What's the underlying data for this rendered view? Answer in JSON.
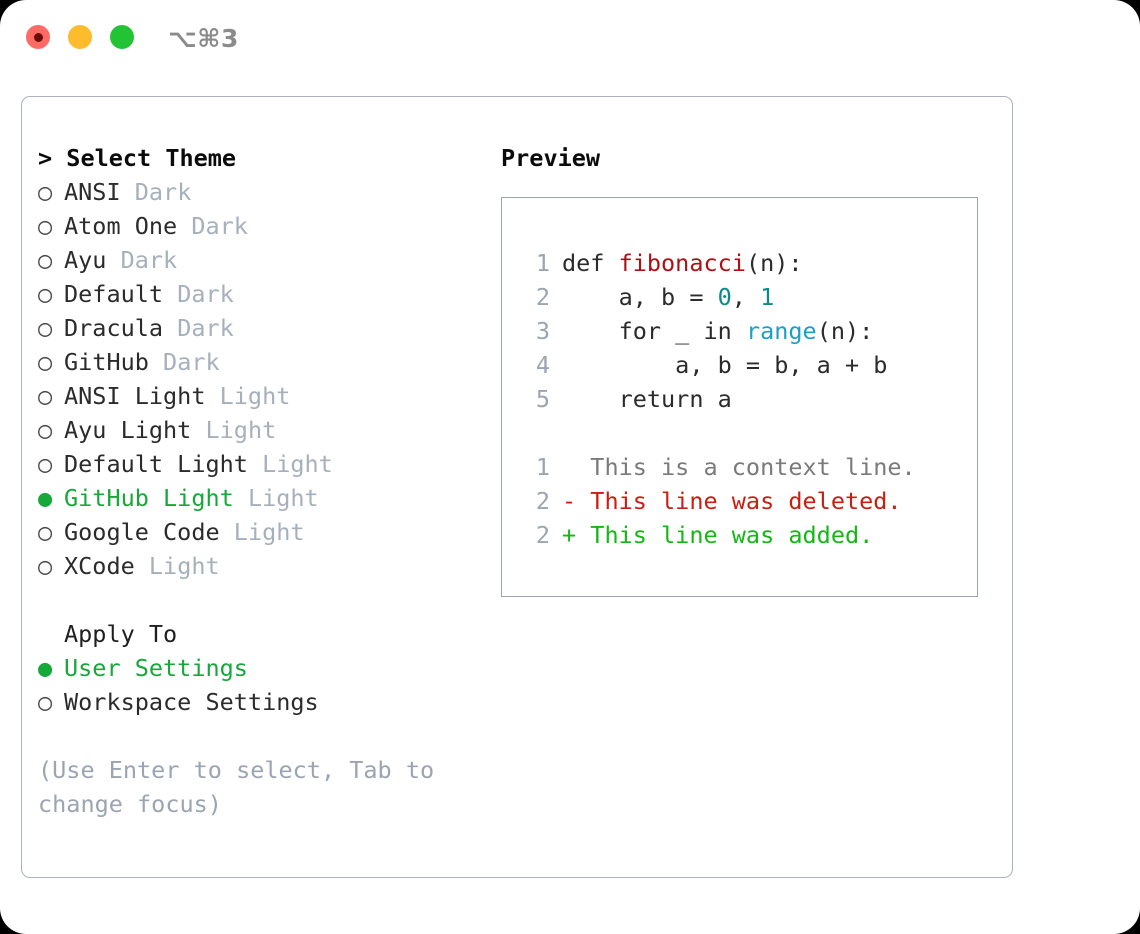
{
  "titlebar": {
    "shortcut": "⌥⌘3",
    "dots": [
      {
        "name": "close-dot",
        "color": "#fd6b64"
      },
      {
        "name": "minimize-dot",
        "color": "#fcbc2e"
      },
      {
        "name": "maximize-dot",
        "color": "#23c434"
      }
    ]
  },
  "left": {
    "header": "> Select Theme",
    "themes": [
      {
        "bullet": "○",
        "name": "ANSI",
        "kind": "Dark",
        "selected": false
      },
      {
        "bullet": "○",
        "name": "Atom One",
        "kind": "Dark",
        "selected": false
      },
      {
        "bullet": "○",
        "name": "Ayu",
        "kind": "Dark",
        "selected": false
      },
      {
        "bullet": "○",
        "name": "Default",
        "kind": "Dark",
        "selected": false
      },
      {
        "bullet": "○",
        "name": "Dracula",
        "kind": "Dark",
        "selected": false
      },
      {
        "bullet": "○",
        "name": "GitHub",
        "kind": "Dark",
        "selected": false
      },
      {
        "bullet": "○",
        "name": "ANSI Light",
        "kind": "Light",
        "selected": false
      },
      {
        "bullet": "○",
        "name": "Ayu Light",
        "kind": "Light",
        "selected": false
      },
      {
        "bullet": "○",
        "name": "Default Light",
        "kind": "Light",
        "selected": false
      },
      {
        "bullet": "●",
        "name": "GitHub Light",
        "kind": "Light",
        "selected": true
      },
      {
        "bullet": "○",
        "name": "Google Code",
        "kind": "Light",
        "selected": false
      },
      {
        "bullet": "○",
        "name": "XCode",
        "kind": "Light",
        "selected": false
      }
    ],
    "apply_to_label": "Apply To",
    "apply_to": [
      {
        "bullet": "●",
        "name": "User Settings",
        "selected": true
      },
      {
        "bullet": "○",
        "name": "Workspace Settings",
        "selected": false
      }
    ],
    "hint": "(Use Enter to select, Tab to change focus)"
  },
  "preview": {
    "title": "Preview",
    "code_lines": [
      {
        "no": "1",
        "parts": [
          {
            "t": "def ",
            "c": "plain"
          },
          {
            "t": "fibonacci",
            "c": "fn"
          },
          {
            "t": "(n):",
            "c": "plain"
          }
        ]
      },
      {
        "no": "2",
        "parts": [
          {
            "t": "    a, b = ",
            "c": "plain"
          },
          {
            "t": "0",
            "c": "num"
          },
          {
            "t": ", ",
            "c": "plain"
          },
          {
            "t": "1",
            "c": "num"
          }
        ]
      },
      {
        "no": "3",
        "parts": [
          {
            "t": "    for _ in ",
            "c": "plain"
          },
          {
            "t": "range",
            "c": "bi"
          },
          {
            "t": "(n):",
            "c": "plain"
          }
        ]
      },
      {
        "no": "4",
        "parts": [
          {
            "t": "        a, b = b, a + b",
            "c": "plain"
          }
        ]
      },
      {
        "no": "5",
        "parts": [
          {
            "t": "    return a",
            "c": "plain"
          }
        ]
      }
    ],
    "diff_lines": [
      {
        "no": "1",
        "marker": "  ",
        "text": "This is a context line.",
        "kind": "ctx"
      },
      {
        "no": "2",
        "marker": "- ",
        "text": "This line was deleted.",
        "kind": "del"
      },
      {
        "no": "2",
        "marker": "+ ",
        "text": "This line was added.",
        "kind": "add"
      }
    ]
  },
  "colors": {
    "accent_green": "#17a83a",
    "muted": "#a6b0bd",
    "border": "#aab3c0",
    "syntax_function": "#b01014",
    "syntax_builtin": "#1f9ec4",
    "syntax_number": "#0b8a88",
    "diff_deleted": "#c81f12",
    "diff_added": "#14b814",
    "diff_context": "#7a7a7a"
  }
}
